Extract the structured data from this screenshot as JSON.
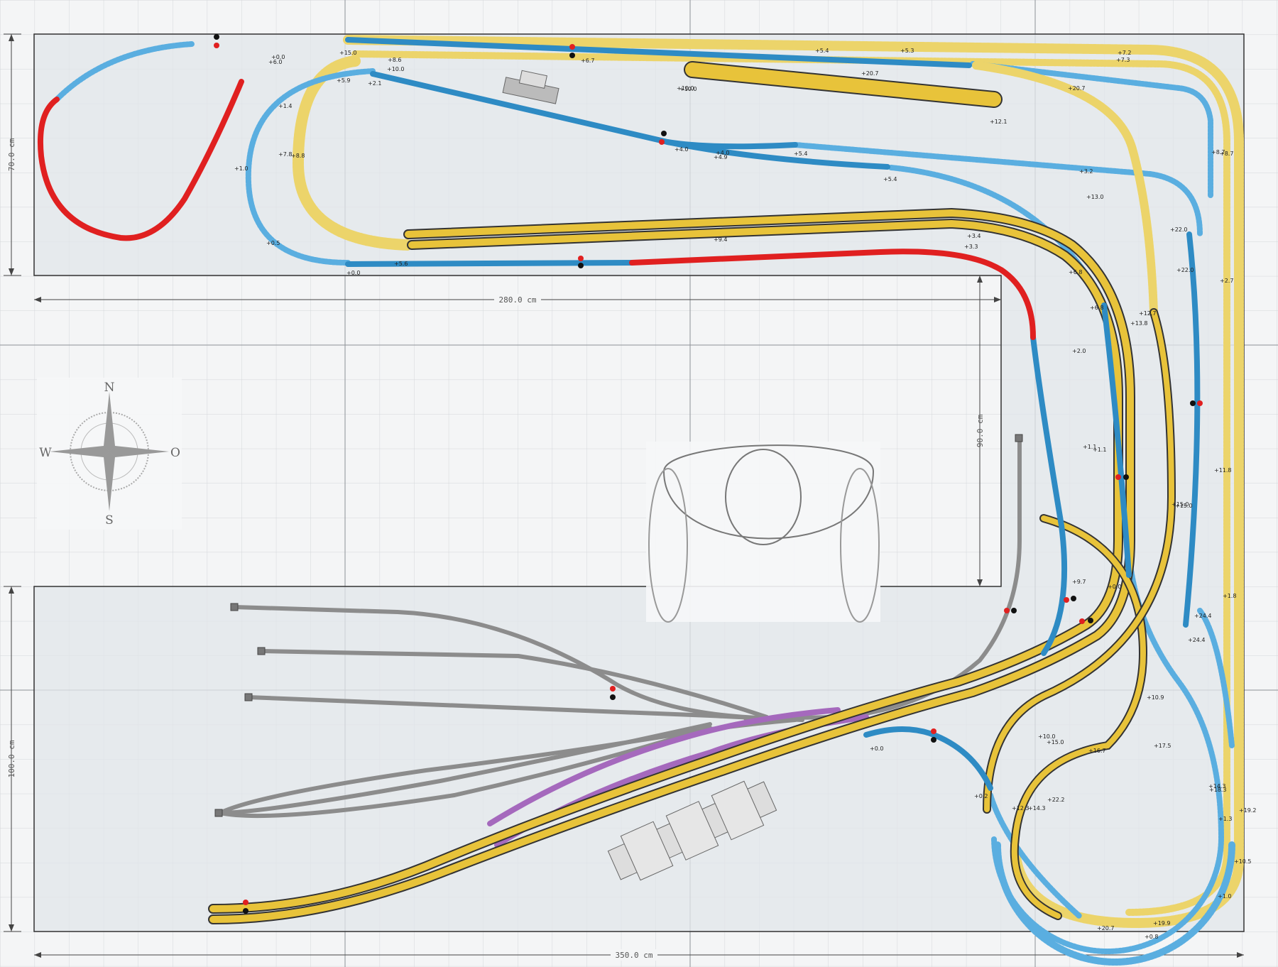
{
  "dimensions": {
    "top_width": "280.0 cm",
    "bottom_width": "350.0 cm",
    "top_depth": "70.0 cm",
    "bottom_depth": "100.0 cm",
    "opening_depth": "90.0 cm"
  },
  "compass": {
    "north": "N",
    "south": "S",
    "west": "W",
    "east": "O"
  },
  "colors": {
    "grid": "#c9ccd0",
    "board": "#e6e9eb",
    "yellow": "#e8c33a",
    "blue": "#2e8bc4",
    "red": "#e02020",
    "gray": "#8c8c8c",
    "purple": "#a569bd",
    "dashed_blue": "#5aaee0",
    "dashed_yellow": "#ecd46a"
  },
  "height_labels": [
    "+15.0",
    "+6.0",
    "+0.0",
    "+10.0",
    "+8.6",
    "+2.1",
    "+1.4",
    "+1.0",
    "+7.8",
    "+8.8",
    "+0.5",
    "+0.0",
    "+5.9",
    "+5.4",
    "+4.0",
    "+4.0",
    "+4.9",
    "+5.4",
    "+10.0",
    "+10.0",
    "+20.7",
    "+5.4",
    "+5.3",
    "+7.3",
    "+7.2",
    "+6.7",
    "+12.1",
    "+20.7",
    "+3.2",
    "+13.0",
    "+8.7",
    "+8.7",
    "+22.0",
    "+22.0",
    "+2.7",
    "+3.4",
    "+3.3",
    "+6.8",
    "+6.8",
    "+12.7",
    "+13.8",
    "+2.0",
    "+1.1",
    "+1.1",
    "+15.0",
    "+15.0",
    "+9.7",
    "+0.0",
    "+11.8",
    "+24.4",
    "+24.4",
    "+1.8",
    "+10.9",
    "+10.0",
    "+15.0",
    "+16.7",
    "+17.5",
    "+0.2",
    "+12.3",
    "+14.3",
    "+22.2",
    "+14.3",
    "+18.3",
    "+19.2",
    "+1.3",
    "+10.5",
    "+1.0",
    "+20.7",
    "+19.9",
    "+0.8",
    "+0.0",
    "+9.4",
    "+5.6"
  ]
}
